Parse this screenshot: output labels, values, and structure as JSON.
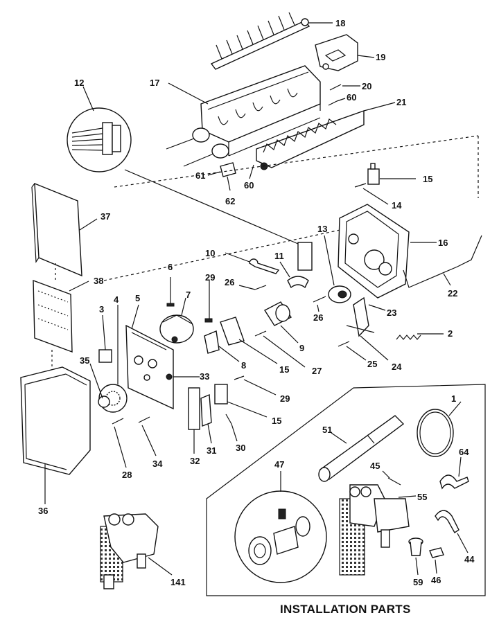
{
  "caption": "INSTALLATION PARTS",
  "callouts": [
    {
      "id": "18",
      "text": "18"
    },
    {
      "id": "19",
      "text": "19"
    },
    {
      "id": "20",
      "text": "20"
    },
    {
      "id": "17",
      "text": "17"
    },
    {
      "id": "12",
      "text": "12"
    },
    {
      "id": "60a",
      "text": "60"
    },
    {
      "id": "21",
      "text": "21"
    },
    {
      "id": "61",
      "text": "61"
    },
    {
      "id": "60b",
      "text": "60"
    },
    {
      "id": "62",
      "text": "62"
    },
    {
      "id": "15a",
      "text": "15"
    },
    {
      "id": "14",
      "text": "14"
    },
    {
      "id": "37",
      "text": "37"
    },
    {
      "id": "13",
      "text": "13"
    },
    {
      "id": "16",
      "text": "16"
    },
    {
      "id": "10",
      "text": "10"
    },
    {
      "id": "11",
      "text": "11"
    },
    {
      "id": "6",
      "text": "6"
    },
    {
      "id": "29a",
      "text": "29"
    },
    {
      "id": "26a",
      "text": "26"
    },
    {
      "id": "38",
      "text": "38"
    },
    {
      "id": "22",
      "text": "22"
    },
    {
      "id": "7",
      "text": "7"
    },
    {
      "id": "4",
      "text": "4"
    },
    {
      "id": "5",
      "text": "5"
    },
    {
      "id": "3",
      "text": "3"
    },
    {
      "id": "23",
      "text": "23"
    },
    {
      "id": "26b",
      "text": "26"
    },
    {
      "id": "2",
      "text": "2"
    },
    {
      "id": "9",
      "text": "9"
    },
    {
      "id": "25",
      "text": "25"
    },
    {
      "id": "24",
      "text": "24"
    },
    {
      "id": "35",
      "text": "35"
    },
    {
      "id": "8",
      "text": "8"
    },
    {
      "id": "15b",
      "text": "15"
    },
    {
      "id": "27",
      "text": "27"
    },
    {
      "id": "33",
      "text": "33"
    },
    {
      "id": "29b",
      "text": "29"
    },
    {
      "id": "15c",
      "text": "15"
    },
    {
      "id": "1",
      "text": "1"
    },
    {
      "id": "51",
      "text": "51"
    },
    {
      "id": "28",
      "text": "28"
    },
    {
      "id": "34",
      "text": "34"
    },
    {
      "id": "32",
      "text": "32"
    },
    {
      "id": "31",
      "text": "31"
    },
    {
      "id": "30",
      "text": "30"
    },
    {
      "id": "64",
      "text": "64"
    },
    {
      "id": "47",
      "text": "47"
    },
    {
      "id": "45",
      "text": "45"
    },
    {
      "id": "55",
      "text": "55"
    },
    {
      "id": "36",
      "text": "36"
    },
    {
      "id": "44",
      "text": "44"
    },
    {
      "id": "59",
      "text": "59"
    },
    {
      "id": "46",
      "text": "46"
    },
    {
      "id": "141",
      "text": "141"
    }
  ]
}
